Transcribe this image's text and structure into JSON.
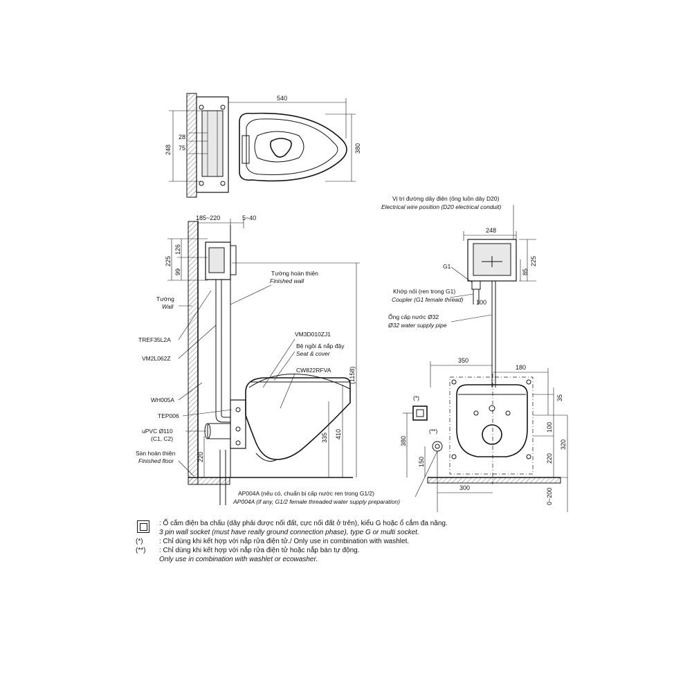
{
  "top_view": {
    "dim_width": "540",
    "dim_depth": "380",
    "dim_frame": "248",
    "dim_a": "28",
    "dim_b": "75"
  },
  "side_view": {
    "dim_wall": "185~220",
    "dim_gap": "5~40",
    "dim_225": "225",
    "dim_126": "126",
    "dim_99": "99",
    "dim_1158": "(1158)",
    "dim_335": "335",
    "dim_410": "410",
    "dim_220": "220",
    "lbl_finished_wall_vi": "Tường hoàn thiện",
    "lbl_finished_wall_en": "Finished wall",
    "lbl_wall_vi": "Tường",
    "lbl_wall_en": "Wall",
    "lbl_tref": "TREF35L2A",
    "lbl_vm2l": "VM2L062Z",
    "lbl_wh": "WH005A",
    "lbl_tep": "TEP006",
    "lbl_upvc": "uPVC Ø110",
    "lbl_c1c2": "(C1, C2)",
    "lbl_floor_vi": "Sàn hoàn thiện",
    "lbl_floor_en": "Finished floor",
    "lbl_vm3d": "VM3D010ZJ1",
    "lbl_seat_vi": "Bệ ngồi & nắp đậy",
    "lbl_seat_en": "Seat & cover",
    "lbl_cw": "CW822RFVA",
    "lbl_ap_vi": "AP004A (nếu có, chuẩn bị cấp nước ren trong G1/2)",
    "lbl_ap_en": "AP004A (if any, G1/2 female threaded water supply preparation)"
  },
  "front_view": {
    "lbl_elec_vi": "Vị trí đường dây điện (ống luồn dây D20)",
    "lbl_elec_en": "Electrical wire position (D20 electrical conduit)",
    "dim_248": "248",
    "dim_225": "225",
    "dim_85": "85",
    "lbl_g1": "G1",
    "lbl_coupler_vi": "Khớp nối (ren trong G1)",
    "lbl_coupler_en": "Coupler (G1 female thread)",
    "dim_100": "100",
    "lbl_pipe_vi": "Ống cấp nước Ø32",
    "lbl_pipe_en": "Ø32 water supply pipe",
    "dim_350": "350",
    "dim_180": "180",
    "dim_35": "35",
    "dim_100b": "100",
    "dim_320": "320",
    "dim_220": "220",
    "dim_0_200": "0~200",
    "dim_380": "380",
    "dim_150": "150",
    "dim_300": "300",
    "mark_star": "(*)",
    "mark_dstar": "(**)"
  },
  "legend": [
    {
      "mark": "",
      "vi": ": Ổ cắm điện ba chấu (dây phải được nối đất, cực nối đất ở trên), kiểu G hoặc ổ cắm đa năng.",
      "en": "3 pin wall socket (must have really ground connection phase), type G or multi socket."
    },
    {
      "mark": "(*)",
      "vi": ": Chỉ dùng khi kết hợp với nắp rửa điện tử./ Only use in combination with washlet.",
      "en": ""
    },
    {
      "mark": "(**)",
      "vi": ": Chỉ dùng khi kết hợp với nắp rửa điện tử hoặc nắp bán tự động.",
      "en": "Only use in combination with washlet or ecowasher."
    }
  ]
}
